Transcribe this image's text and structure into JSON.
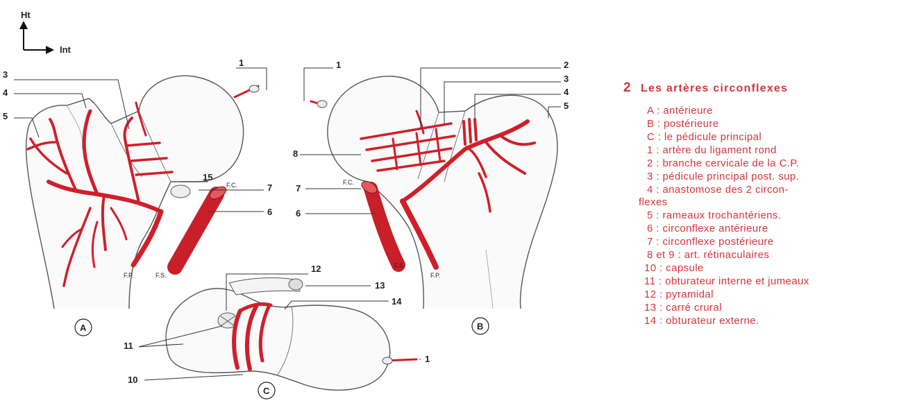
{
  "axes": {
    "up_label": "Ht",
    "right_label": "Int"
  },
  "colors": {
    "artery": "#d01f2a",
    "legend_text": "#d8333c",
    "outline": "#555555"
  },
  "figure_labels": {
    "panel_a": "A",
    "panel_b": "B",
    "panel_c": "C",
    "a_1": "1",
    "a_3": "3",
    "a_4": "4",
    "a_5": "5",
    "a_15": "15",
    "a_fc": "F.C.",
    "a_7": "7",
    "a_6": "6",
    "a_fp": "F.P.",
    "a_fs": "F.S.",
    "b_1": "1",
    "b_2": "2",
    "b_3": "3",
    "b_4": "4",
    "b_5": "5",
    "b_8": "8",
    "b_7": "7",
    "b_fc": "F.C.",
    "b_6": "6",
    "b_fs": "F.S.",
    "b_fp": "F.P.",
    "c_12": "12",
    "c_13": "13",
    "c_14": "14",
    "c_11": "11",
    "c_10": "10",
    "c_1": "1"
  },
  "legend": {
    "number": "2",
    "title": "Les artères circonflexes",
    "items": [
      "A :  antérieure",
      "B :  postérieure",
      "C :  le pédicule principal",
      " 1 :  artère du ligament rond",
      " 2 :  branche cervicale de la C.P.",
      " 3 :  pédicule principal post. sup.",
      " 4 :  anastomose des 2 circon-",
      "flexes",
      " 5 :  rameaux trochantériens.",
      " 6 :  circonflexe antérieure",
      " 7 :  circonflexe postérieure",
      " 8  et  9 :  art.  rétinaculaires",
      "10 :  capsule",
      "11 : obturateur interne et jumeaux",
      "12 :  pyramidal",
      "13 :  carré  crural",
      "14 :  obturateur  externe."
    ]
  }
}
